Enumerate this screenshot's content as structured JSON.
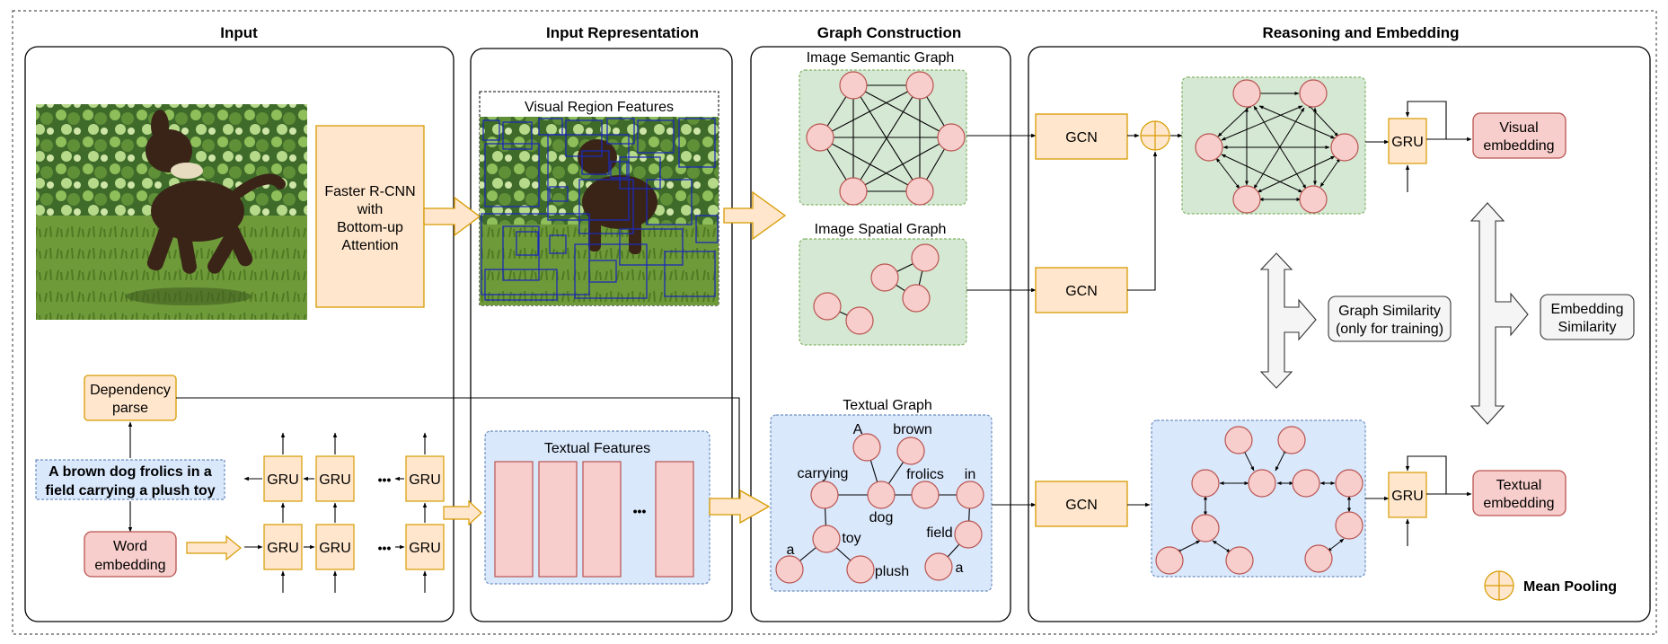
{
  "sections": {
    "input": "Input",
    "input_representation": "Input Representation",
    "graph_construction": "Graph Construction",
    "reasoning": "Reasoning and Embedding"
  },
  "input": {
    "rcnn_lines": [
      "Faster R-CNN",
      "with",
      "Bottom-up",
      "Attention"
    ],
    "dependency_lines": [
      "Dependency",
      "parse"
    ],
    "caption_lines": [
      "A brown dog frolics in a",
      "field carrying a plush toy"
    ],
    "word_embedding_lines": [
      "Word",
      "embedding"
    ],
    "gru_label": "GRU",
    "ellipsis": "•••"
  },
  "representation": {
    "visual_title": "Visual Region Features",
    "textual_title": "Textual Features",
    "textual_ellipsis": "•••"
  },
  "graphs": {
    "semantic_title": "Image Semantic Graph",
    "spatial_title": "Image Spatial Graph",
    "textual_title": "Textual Graph",
    "textual_words": {
      "A": "A",
      "brown": "brown",
      "carrying": "carrying",
      "frolics": "frolics",
      "in": "in",
      "dog": "dog",
      "field": "field",
      "toy": "toy",
      "a1": "a",
      "plush": "plush",
      "a2": "a"
    }
  },
  "reasoning": {
    "gcn_label": "GCN",
    "gru_label": "GRU",
    "visual_embedding_lines": [
      "Visual",
      "embedding"
    ],
    "textual_embedding_lines": [
      "Textual",
      "embedding"
    ],
    "graph_similarity_lines": [
      "Graph Similarity",
      "(only for training)"
    ],
    "embedding_similarity_lines": [
      "Embedding",
      "Similarity"
    ],
    "mean_pooling": "Mean Pooling"
  },
  "colors": {
    "orange_fill": "#ffe6cc",
    "orange_stroke": "#d79b00",
    "pink_fill": "#f8cecc",
    "pink_stroke": "#b85450",
    "green_fill": "#d5e8d4",
    "green_stroke": "#82b366",
    "blue_fill": "#dae8fc",
    "blue_stroke": "#6c8ebf",
    "box_blue": "#1c2bb5"
  }
}
